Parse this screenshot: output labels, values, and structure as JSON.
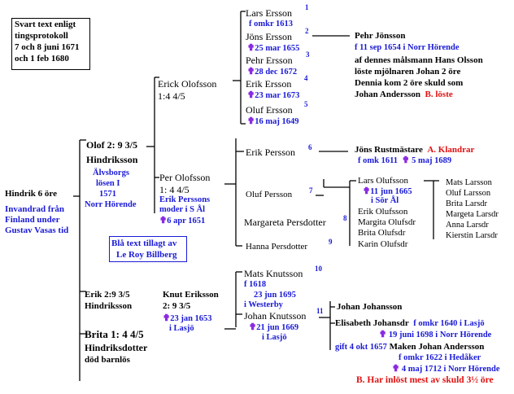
{
  "colors": {
    "blue": "#1a1ad6",
    "red": "#e01010",
    "cross": "#8a2be2",
    "black": "#000000"
  },
  "note_box": {
    "l1": "Svart text enligt",
    "l2": "tingsprotokoll",
    "l3": "7 och 8 juni 1671",
    "l4": "och 1 feb 1680"
  },
  "legend_box": {
    "l1": "Blå text tillagt av",
    "l2": "Le Roy Billberg"
  },
  "root": {
    "name": "Hindrik 6 öre",
    "n1": "Invandrad från",
    "n2": "Finland under",
    "n3": "Gustav Vasas tid"
  },
  "olof": {
    "name": "Olof 2:  9 3/5",
    "surname": "Hindriksson",
    "n1": "Älvsborgs",
    "n2": "lösen I",
    "n3": "1571",
    "n4": "Norr Hörende"
  },
  "erik29": {
    "name": "Erik 2:9 3/5",
    "surname": "Hindriksson"
  },
  "brita": {
    "name": "Brita  1: 4 4/5",
    "surname": "Hindriksdotter",
    "note": "död barnlös"
  },
  "erick": {
    "name": "Erick  Olofsson",
    "share": "1:4  4/5"
  },
  "per": {
    "name": "Per  Olofsson",
    "share": "1: 4 4/5",
    "n1": "Erik Perssons",
    "n2": "moder i S Ål",
    "death": "6 apr 1651"
  },
  "knut": {
    "name": "Knut Eriksson",
    "share": "2: 9 3/5",
    "death": "23 jan 1653",
    "place": "i Lasjö"
  },
  "ersson": {
    "lars": "Lars  Ersson",
    "lars_n": "1",
    "lars_b": "f omkr 1613",
    "jons": "Jöns  Ersson",
    "jons_n": "2",
    "jons_d": "25 mar 1655",
    "pehr": "Pehr  Ersson",
    "pehr_n": "3",
    "pehr_d": "28 dec 1672",
    "erik": "Erik  Ersson",
    "erik_n": "4",
    "erik_d": "23 mar 1673",
    "oluf": "Oluf  Ersson",
    "oluf_n": "5",
    "oluf_d": "16 maj 1649"
  },
  "pehrj": {
    "name": "Pehr  Jönsson",
    "b": "f 11 sep 1654 i Norr Hörende",
    "l1": "af dennes målsmann Hans Olsson",
    "l2": "löste mjölnaren Johan 2 öre",
    "l3": "Dennia kom 2 öre skuld som",
    "l4": "Johan Andersson",
    "l4_red": "B. löste"
  },
  "persson": {
    "erik": "Erik  Persson",
    "erik_n": "6",
    "oluf": "Oluf  Persson",
    "oluf_n": "7",
    "margareta": "Margareta  Persdotter",
    "margareta_n": "8",
    "hanna": "Hanna  Persdotter",
    "hanna_n": "9"
  },
  "jons_r": {
    "name": "Jöns Rustmästare",
    "red": "A. Klandrar",
    "b": "f omk 1611",
    "d": "5 maj 1689"
  },
  "oluf_kids": {
    "lars": "Lars  Olufsson",
    "lars_d": "11 jun 1665",
    "lars_p": "i Sör Ål",
    "erik": "Erik  Olufsson",
    "margita": "Margita  Olufsdr",
    "brita": "Brita  Olufsdr",
    "karin": "Karin  Olufsdr"
  },
  "lars_kids": {
    "mats": "Mats  Larsson",
    "oluf": "Oluf  Larsson",
    "brita": "Brita  Larsdr",
    "margeta": "Margeta  Larsdr",
    "anna": "Anna  Larsdr",
    "kierstin": "Kierstin  Larsdr"
  },
  "mats": {
    "name": "Mats  Knutsson",
    "n": "10",
    "b": "f  1618",
    "d": "23 jun 1695",
    "p": "i Westerby"
  },
  "johan_k": {
    "name": "Johan  Knutsson",
    "n": "11",
    "d": "21 jun 1669",
    "p": "i Lasjö"
  },
  "johan_j": {
    "name": "Johan  Johansson"
  },
  "elisabeth": {
    "name": "Elisabeth  Johansdr",
    "b": "f omkr 1640 i Lasjö",
    "d": "19 juni 1698 i Norr Hörende"
  },
  "maken": {
    "gift": "gift 4 okt 1657",
    "name": "Maken  Johan  Andersson",
    "b": "f omkr 1622 i Hedåker",
    "d": "4 maj 1712 i Norr Hörende",
    "red": "B. Har inlöst mest av skuld 3½ öre"
  },
  "cross_symbol": "✟"
}
